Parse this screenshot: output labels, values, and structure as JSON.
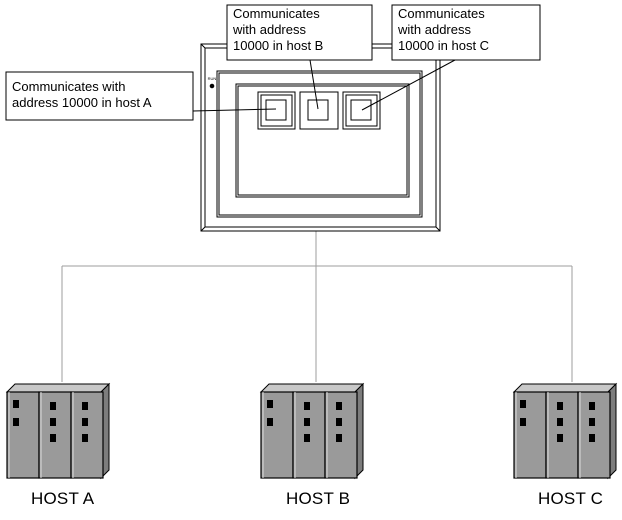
{
  "callouts": {
    "host_a": "Communicates with\naddress 10000 in host A",
    "host_b": "Communicates\nwith address\n10000 in host B",
    "host_c": "Communicates\nwith address\n10000 in host C"
  },
  "hosts": {
    "a": "HOST A",
    "b": "HOST B",
    "c": "HOST C"
  },
  "panel": {
    "run_label": "RUN"
  },
  "colors": {
    "plc_fill": "#9a9a9a",
    "plc_top": "#c8c8c8",
    "line": "#000000",
    "wire": "#9e9e9e"
  }
}
